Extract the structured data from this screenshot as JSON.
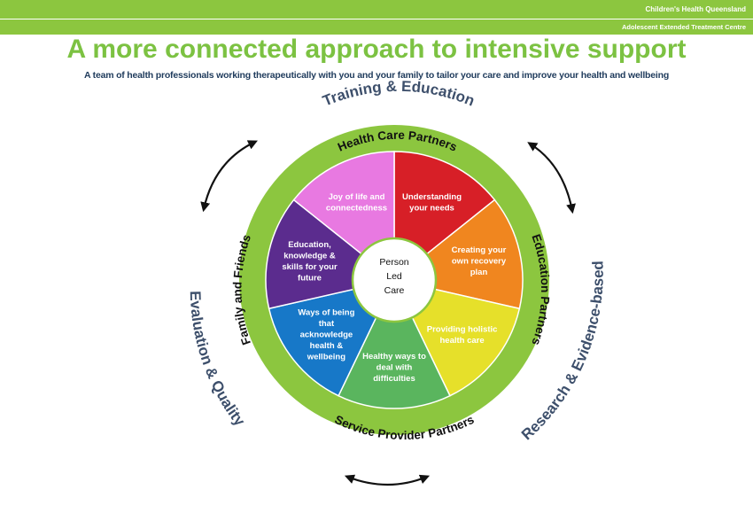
{
  "header": {
    "organization": "Children's Health Queensland",
    "unit": "Adolescent Extended Treatment Centre"
  },
  "title": "A more connected approach to intensive support",
  "subtitle": "A team of health professionals working therapeutically with you and your family to tailor your care and improve your health and wellbeing",
  "center_label": [
    "Person",
    "Led",
    "Care"
  ],
  "segments": [
    {
      "label": [
        "Understanding",
        "your needs"
      ],
      "color": "#d71f27"
    },
    {
      "label": [
        "Creating your",
        "own recovery",
        "plan"
      ],
      "color": "#f0861f"
    },
    {
      "label": [
        "Providing holistic",
        "health care"
      ],
      "color": "#e6e02a"
    },
    {
      "label": [
        "Healthy ways to",
        "deal with",
        "difficulties"
      ],
      "color": "#5ab55e"
    },
    {
      "label": [
        "Ways of being",
        "that",
        "acknowledge",
        "health &",
        "wellbeing"
      ],
      "color": "#1778c8"
    },
    {
      "label": [
        "Education,",
        "knowledge &",
        "skills for your",
        "future"
      ],
      "color": "#5b2c8e"
    },
    {
      "label": [
        "Joy of life and",
        "connectedness"
      ],
      "color": "#e879e1"
    }
  ],
  "ring_labels": {
    "top": "Health Care Partners",
    "right": "Education Partners",
    "bottom": "Service Provider Partners",
    "left": "Family and Friends"
  },
  "ring_color": "#8cc63f",
  "outer_labels": {
    "top": "Training & Education",
    "right": "Research & Evidence-based",
    "left": "Evaluation & Quality"
  },
  "outer_text_color": "#3d4f6b"
}
